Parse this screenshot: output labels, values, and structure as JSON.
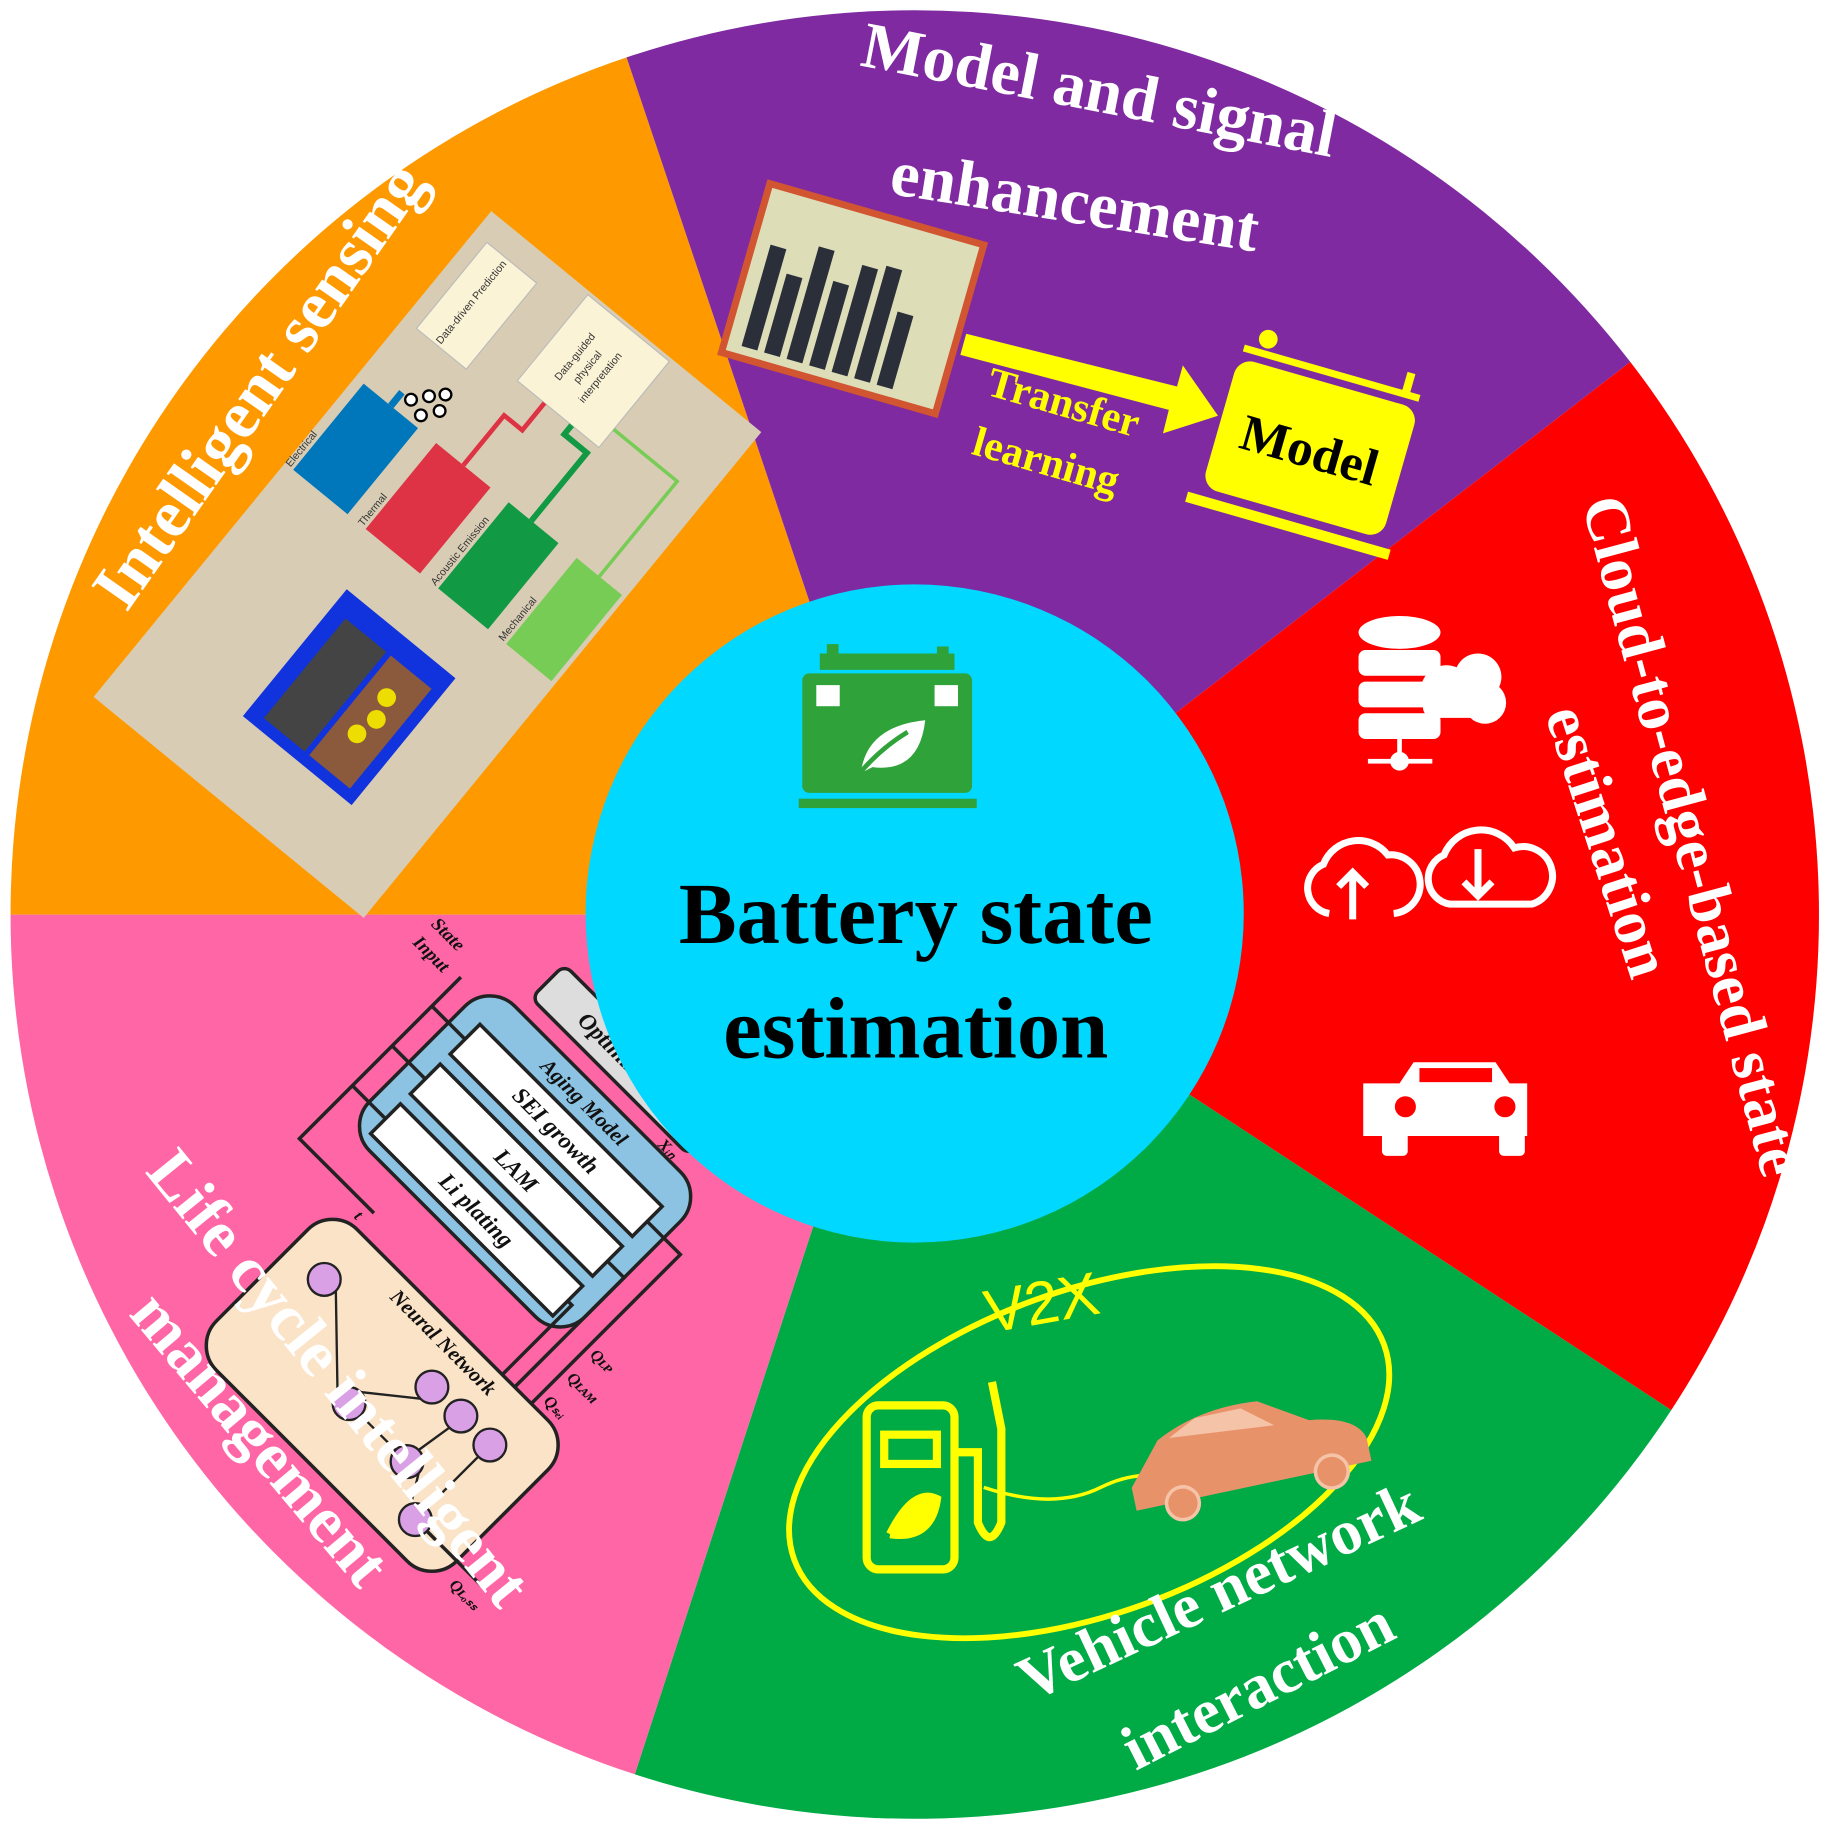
{
  "colors": {
    "intelligent_sensing": "#FF9900",
    "model_signal": "#7F2AA0",
    "cloud_edge": "#FF0000",
    "vehicle_network": "#00AA45",
    "life_cycle": "#FF66A5",
    "center": "#00D8FF",
    "accent_yellow": "#FFFF00"
  },
  "center": {
    "icon": "eco-battery-icon",
    "line1": "Battery state",
    "line2": "estimation"
  },
  "sectors": {
    "intelligent_sensing": {
      "title": "Intelligent sensing",
      "diagram": {
        "electrical": "Electrical",
        "thermal": "Thermal",
        "acoustic": "Acoustic Emission",
        "mechanical": "Mechanical",
        "prediction": "Data-driven Prediction",
        "interpretation_1": "Data-guided",
        "interpretation_2": "physical",
        "interpretation_3": "interpretation"
      }
    },
    "model_signal": {
      "title_line1": "Model and signal",
      "title_line2": "enhancement",
      "arrow_line1": "Transfer",
      "arrow_line2": "learning",
      "model_label": "Model",
      "icons": [
        "signal-spectrum-icon",
        "arrow-icon",
        "battery-model-icon"
      ]
    },
    "cloud_edge": {
      "title_line1": "Cloud-to-edge-based state",
      "title_line2": "estimation",
      "icons": [
        "database-cloud-icon",
        "cloud-upload-icon",
        "cloud-download-icon",
        "car-icon"
      ]
    },
    "vehicle_network": {
      "title_line1": "Vehicle network",
      "title_line2": "interaction",
      "badge": "V2X",
      "icons": [
        "charging-station-icon",
        "electric-car-icon"
      ]
    },
    "life_cycle": {
      "title_line1": "Life cycle intelligent",
      "title_line2": "management",
      "diagram": {
        "state": "State",
        "input": "Input",
        "optimization": "Optimization",
        "x_in": "Xᵢₙ",
        "aging_model": "Aging Model",
        "sei": "SEI growth",
        "lam": "LAM",
        "li": "Li plating",
        "q_sei": "Qₛₑᵢ",
        "q_lam": "Qʟᴀᴍ",
        "q_lp": "Qʟᴘ",
        "t": "t",
        "neural_network": "Neural Network",
        "q_loss": "Qʟₒₛₛ"
      }
    }
  }
}
